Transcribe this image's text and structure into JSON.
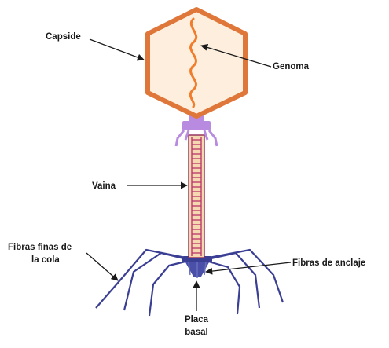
{
  "labels": {
    "capside": "Capside",
    "genoma": "Genoma",
    "vaina": "Vaina",
    "fibras_finas_line1": "Fibras finas de",
    "fibras_finas_line2": "la cola",
    "fibras_anclaje": "Fibras de anclaje",
    "placa_line1": "Placa",
    "placa_line2": "basal"
  },
  "colors": {
    "capsid_stroke": "#e0773a",
    "capsid_fill": "#fdeedd",
    "genome": "#f07d2e",
    "collar": "#b98be0",
    "sheath_fill": "#f4d9b0",
    "sheath_stripe": "#b8356a",
    "fibers": "#3b3f94",
    "arrow": "#1a1a1a"
  }
}
